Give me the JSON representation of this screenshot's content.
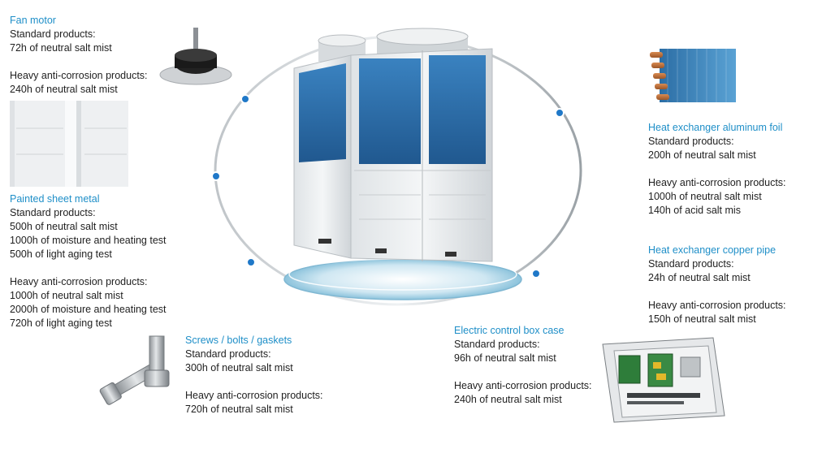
{
  "palette": {
    "title": "#1f8fc8",
    "text": "#1f1f1f",
    "unit_blue": "#2e6da0",
    "dot": "#1f78c8"
  },
  "icons": [
    "fan-motor-icon",
    "painted-sheet-metal-icon",
    "bolt-icon",
    "heat-exchanger-foil-icon",
    "control-box-icon",
    "outdoor-unit-icon"
  ],
  "components": [
    {
      "title": "Fan motor",
      "standard": [
        "Standard products:",
        "72h of neutral salt mist"
      ],
      "heavy": [
        "Heavy anti-corrosion products:",
        "240h of neutral salt mist"
      ]
    },
    {
      "title": "Painted sheet metal",
      "standard": [
        "Standard products:",
        "500h of neutral salt mist",
        "1000h of moisture and heating test",
        "500h of light aging test"
      ],
      "heavy": [
        "Heavy anti-corrosion products:",
        "1000h of neutral salt mist",
        "2000h of moisture and heating test",
        "720h of light aging test"
      ]
    },
    {
      "title": "Screws / bolts / gaskets",
      "standard": [
        "Standard products:",
        "300h of neutral salt mist"
      ],
      "heavy": [
        "Heavy anti-corrosion products:",
        "720h of neutral salt mist"
      ]
    },
    {
      "title": "Electric control box case",
      "standard": [
        "Standard products:",
        "96h of neutral salt mist"
      ],
      "heavy": [
        "Heavy anti-corrosion products:",
        "240h of neutral salt mist"
      ]
    },
    {
      "title": "Heat exchanger aluminum foil",
      "standard": [
        "Standard products:",
        "200h of neutral salt mist"
      ],
      "heavy": [
        "Heavy anti-corrosion products:",
        "1000h of neutral salt mist",
        "140h of acid salt mis"
      ]
    },
    {
      "title": "Heat exchanger copper pipe",
      "standard": [
        "Standard products:",
        "24h of neutral salt mist"
      ],
      "heavy": [
        "Heavy anti-corrosion products:",
        "150h of neutral salt mist"
      ]
    }
  ]
}
